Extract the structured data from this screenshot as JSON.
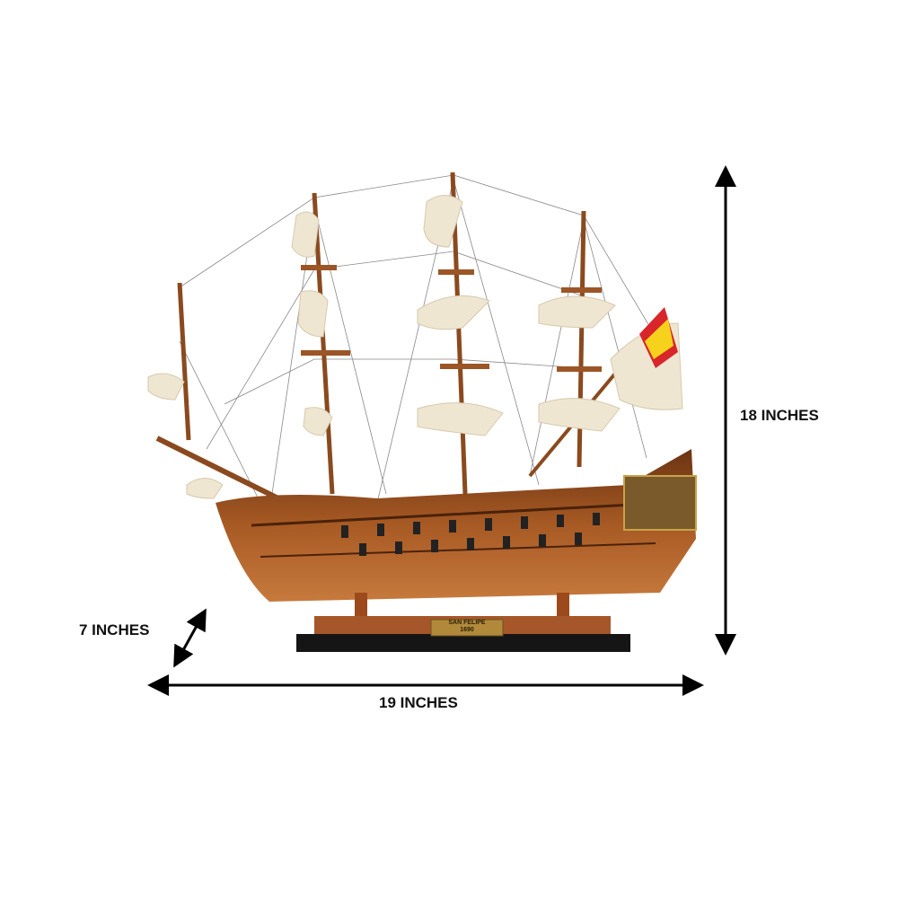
{
  "dimensions": {
    "height_label": "18 INCHES",
    "width_label": "19 INCHES",
    "depth_label": "7 INCHES"
  },
  "plaque": {
    "line1": "SAN FELIPE",
    "line2": "1690"
  },
  "colors": {
    "hull": "#8a4a1e",
    "hull_light": "#b8672c",
    "base": "#1a1a1a",
    "sail": "#efe6d2",
    "flag_red": "#d8262a",
    "flag_yellow": "#f7d21c",
    "arrow": "#000000"
  }
}
